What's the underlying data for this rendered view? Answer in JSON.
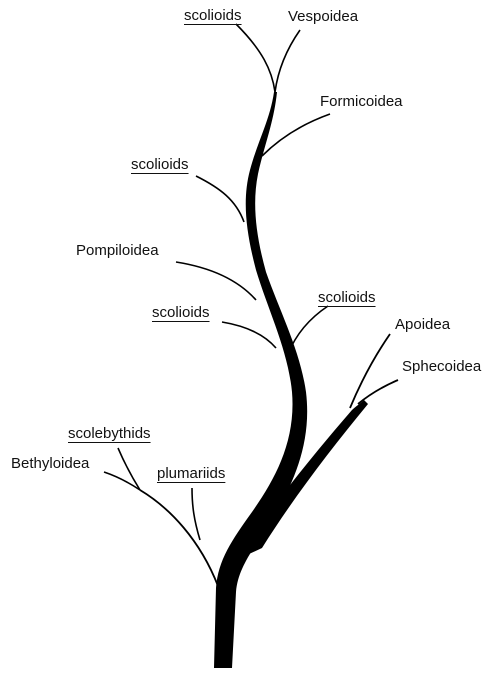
{
  "tree": {
    "stem_color": "#000000",
    "background": "#ffffff",
    "labels": {
      "scolioids_top": "scolioids",
      "vespoidea": "Vespoidea",
      "formicoidea": "Formicoidea",
      "scolioids_upper_left": "scolioids",
      "pompiloidea": "Pompiloidea",
      "scolioids_mid_left": "scolioids",
      "scolioids_mid_right": "scolioids",
      "apoidea": "Apoidea",
      "sphecoidea": "Sphecoidea",
      "scolebythids": "scolebythids",
      "bethyloidea": "Bethyloidea",
      "plumariids": "plumariids"
    },
    "underlined": [
      "scolioids_top",
      "scolioids_upper_left",
      "scolioids_mid_left",
      "scolioids_mid_right",
      "scolebythids",
      "plumariids"
    ]
  }
}
